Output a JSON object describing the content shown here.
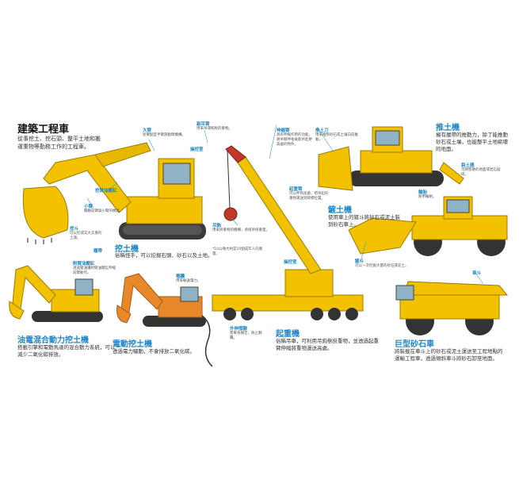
{
  "page": {
    "title": "建築工程車",
    "intro": "從事挖土、挖石頭、整平土地和搬運重物等勤務工作的工程車。"
  },
  "machines": {
    "excavator": {
      "name": "挖土機",
      "desc": "俗稱怪手，可以挖掘石頭、砂石以及土地。"
    },
    "hybrid": {
      "name": "油電混合動力挖土機",
      "desc": "搭載引擎和電動馬達的混合動力系統，可以減少二氧化碳排放。"
    },
    "electric": {
      "name": "電動挖土機",
      "desc": "透過電力驅動，不會排放二氧化碳。"
    },
    "crane": {
      "name": "起重機",
      "desc": "俗稱吊車，可利用吊鉤懸掛重物，並透過起重臂伸縮將重物運送高處。"
    },
    "bulldozer": {
      "name": "推土機",
      "desc": "擁有履帶的推動力，除了能推動砂石或土壤，也能整平土地嶄壞的地面。"
    },
    "loader": {
      "name": "鏟土機",
      "desc": "使用車上的鏟斗將砂石或泥土裝到砂石車上。"
    },
    "dumptruck": {
      "name": "巨型砂石車",
      "desc": "將裝載在車斗上的砂石或泥土運送至工程地點的運輸工程車，透過傾斜車斗將砂石卸至地面。"
    }
  },
  "labels": {
    "boom": "大臂",
    "boom_note": "從駕駛室手臂部動臂機構。",
    "hyd_cyl": "挖臂油壓缸",
    "arm": "小臂",
    "arm_note": "關聯前臂與小臂的機具。",
    "bucket": "挖斗",
    "bucket_note": "可以挖或又大又重的土塊。",
    "crawler": "履帶",
    "hyd_cyl2": "附臂油壓缸",
    "hyd_cyl2_note": "透過壓油讓附臂油壓缸伸縮前臂動作。",
    "cab": "操控室",
    "jib": "副吊臂",
    "jib_note": "用來吊運較輕的重物。",
    "telescopic": "伸縮臂",
    "telescopic_note": "具有伸縮作用的功能，將吊臂伸長後能吊起更高處的物件。",
    "hook": "吊鉤",
    "hook_note": "用來掛重物的機構，承接吊掛重量。",
    "counterweight": "起重臂",
    "counterweight_note": "可以伸到高處，把吊起的重物運送到目標位置。",
    "outrigger": "外伸撐腳",
    "outrigger_note": "使車身穩定，防止翻覆。",
    "blade": "推土刀",
    "blade_note": "用來推移砂石或土壤向前推動。",
    "ripper": "裂土器",
    "ripper_note": "可將堅硬的地面或岩石敲碎。",
    "tires": "輪胎",
    "tires_note": "耐用輪胎。",
    "shovel": "鏟斗",
    "shovel_note": "可以一次挖掘大量的砂石或泥土。",
    "bed": "車斗",
    "power": "電纜",
    "power_note": "用來輸送電力。",
    "wt_note": "*10公噸大約是10個成年人的重量。"
  },
  "colors": {
    "accent": "#1f86c6",
    "machine": "#f2c200",
    "machine_dark": "#b58e00",
    "orange": "#e8882a",
    "steel": "#555555"
  }
}
